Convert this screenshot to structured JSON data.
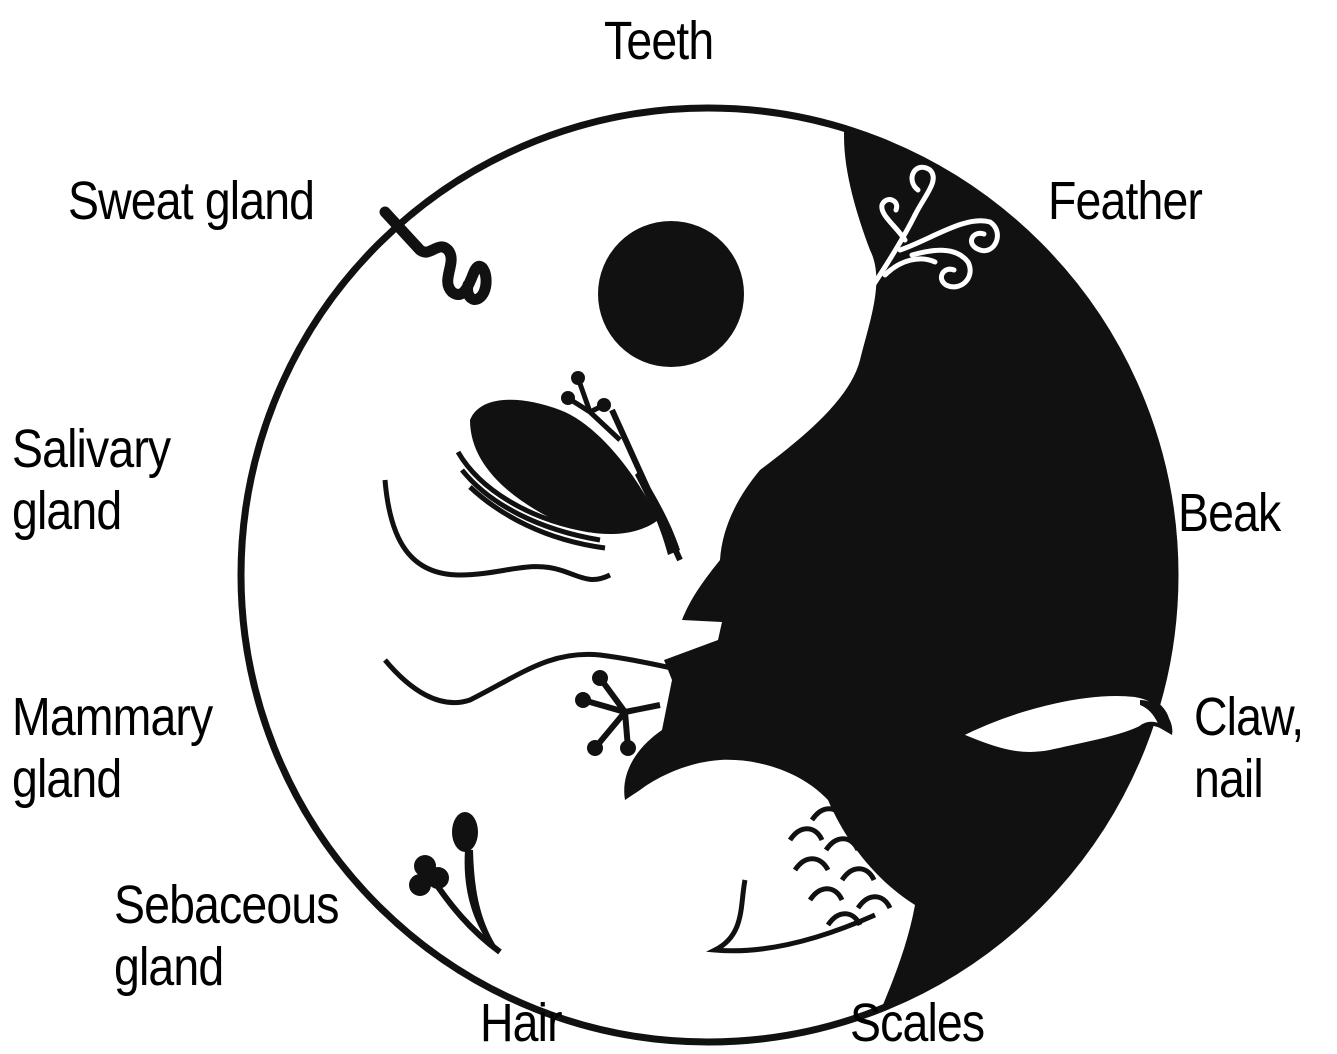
{
  "colors": {
    "ink": "#111111",
    "paper": "#ffffff"
  },
  "labels": {
    "teeth": "Teeth",
    "feather": "Feather",
    "sweat_gland": "Sweat gland",
    "salivary_gland": [
      "Salivary",
      "gland"
    ],
    "beak": "Beak",
    "mammary_gland": [
      "Mammary",
      "gland"
    ],
    "claw_nail": [
      "Claw,",
      "nail"
    ],
    "sebaceous_gland": [
      "Sebaceous",
      "gland"
    ],
    "hair": "Hair",
    "scales": "Scales"
  }
}
